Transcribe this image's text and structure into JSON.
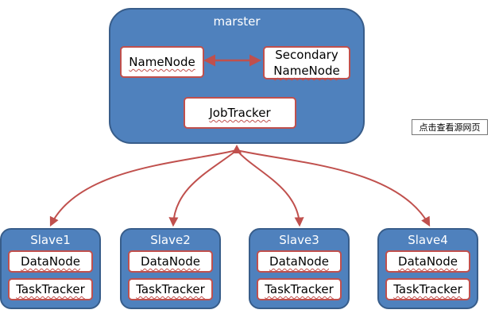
{
  "master": {
    "title": "marster",
    "namenode": "NameNode",
    "secondary_line1": "Secondary",
    "secondary_line2": "NameNode",
    "jobtracker": "JobTracker"
  },
  "slaves": [
    {
      "title": "Slave1",
      "datanode": "DataNode",
      "tasktracker": "TaskTracker"
    },
    {
      "title": "Slave2",
      "datanode": "DataNode",
      "tasktracker": "TaskTracker"
    },
    {
      "title": "Slave3",
      "datanode": "DataNode",
      "tasktracker": "TaskTracker"
    },
    {
      "title": "Slave4",
      "datanode": "DataNode",
      "tasktracker": "TaskTracker"
    }
  ],
  "tooltip": "点击查看源网页",
  "colors": {
    "box_fill": "#4f81bd",
    "box_border": "#385d8a",
    "node_border": "#c0504d",
    "arrow": "#c0504d"
  }
}
